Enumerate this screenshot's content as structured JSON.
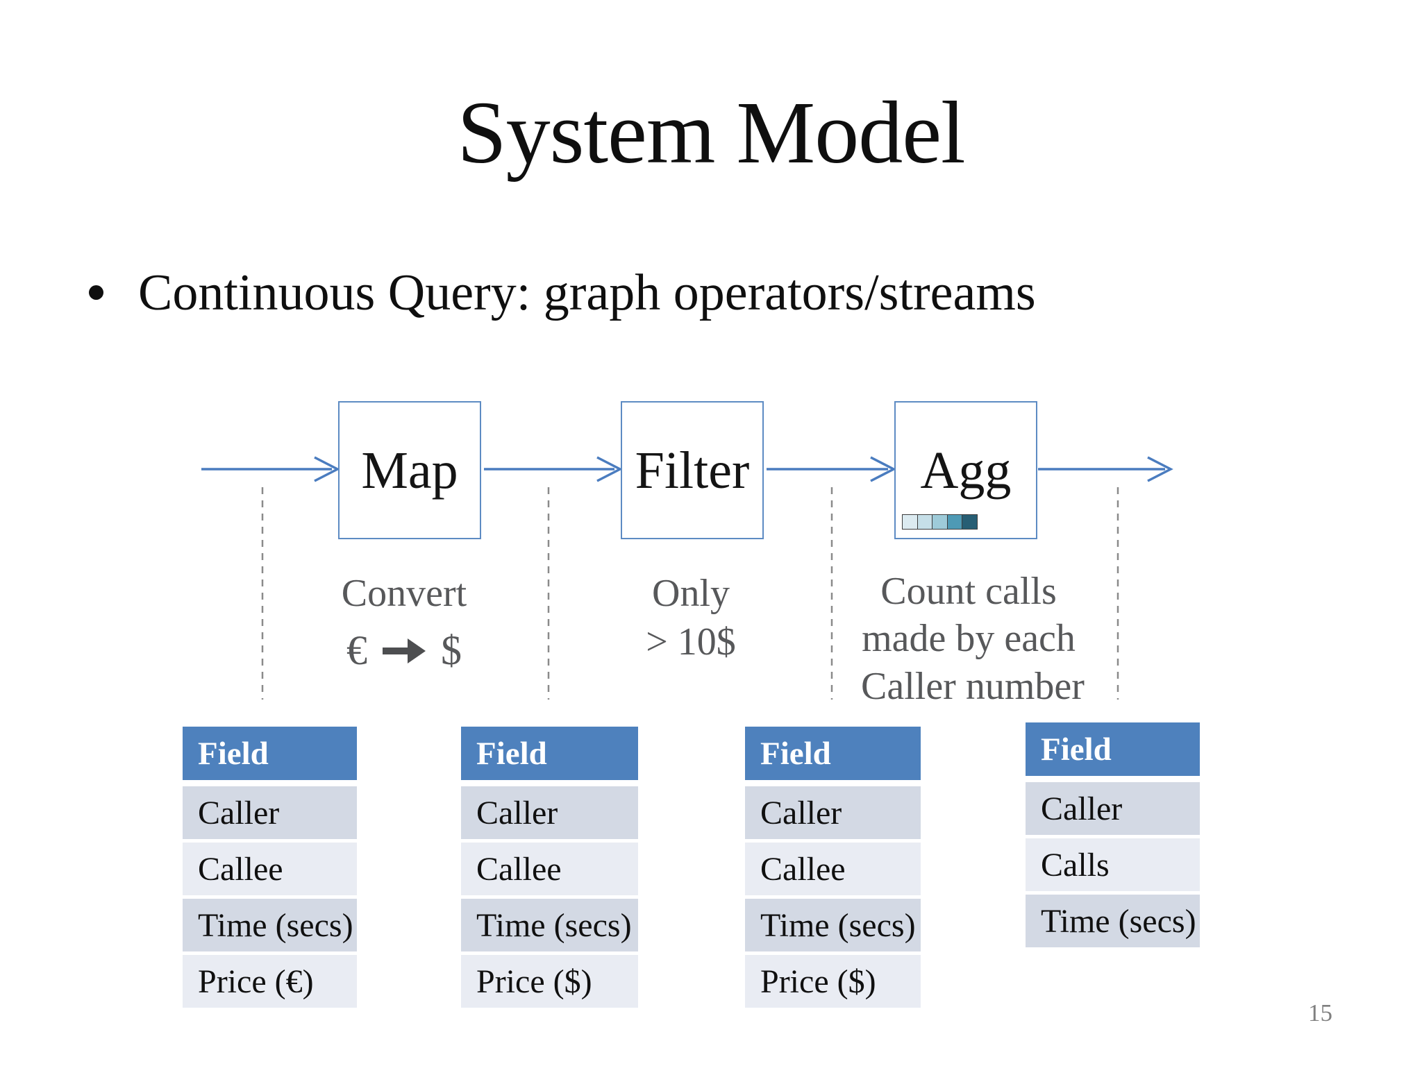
{
  "title": "System Model",
  "bullet": "Continuous Query: graph operators/streams",
  "operators": [
    {
      "label": "Map",
      "caption": {
        "line1": "Convert",
        "from_symbol": "€",
        "to_symbol": "$"
      }
    },
    {
      "label": "Filter",
      "caption": {
        "line1": "Only",
        "line2": "> 10$"
      }
    },
    {
      "label": "Agg",
      "caption": {
        "line1": "Count calls",
        "line2": "made by each",
        "line3": "Caller number"
      }
    }
  ],
  "agg_gradient_colors": [
    "#dcebf1",
    "#c6dfe8",
    "#9ecbd9",
    "#4e9ab5",
    "#275e74"
  ],
  "tables": [
    {
      "header": "Field",
      "rows": [
        "Caller",
        "Callee",
        "Time (secs)",
        "Price (€)"
      ]
    },
    {
      "header": "Field",
      "rows": [
        "Caller",
        "Callee",
        "Time (secs)",
        "Price ($)"
      ]
    },
    {
      "header": "Field",
      "rows": [
        "Caller",
        "Callee",
        "Time (secs)",
        "Price ($)"
      ]
    },
    {
      "header": "Field",
      "rows": [
        "Caller",
        "Calls",
        "Time (secs)"
      ]
    }
  ],
  "page_number": "15",
  "colors": {
    "table_header_bg": "#4e81bd",
    "row_band_dark": "#d3d9e4",
    "row_band_light": "#e9ecf3",
    "arrow": "#4a7cbf",
    "box_border": "#5d8bc3",
    "dashed_line": "#8a8a8a",
    "caption_text": "#57585a"
  }
}
